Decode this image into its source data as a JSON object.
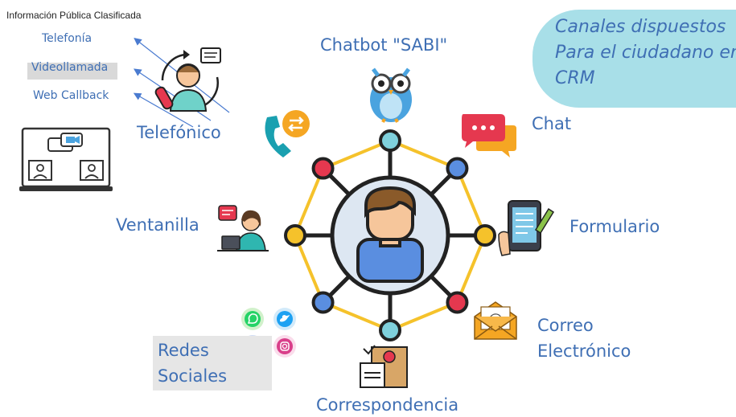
{
  "header": {
    "classification": "Información Pública Clasificada"
  },
  "banner": {
    "line1": "Canales dispuestos",
    "line2": "Para el ciudadano en",
    "line3": "CRM"
  },
  "sub_channels": {
    "telefonia": "Telefonía",
    "videollamada": "Videollamada",
    "web_callback": "Web Callback"
  },
  "channels": {
    "chatbot": "Chatbot \"SABI\"",
    "chat": "Chat",
    "formulario": "Formulario",
    "correo_line1": "Correo",
    "correo_line2": "Electrónico",
    "correspondencia": "Correspondencia",
    "redes_line1": "Redes",
    "redes_line2": "Sociales",
    "ventanilla": "Ventanilla",
    "telefonico": "Telefónico"
  },
  "colors": {
    "accent_blue": "#3f6fb4",
    "ring_yellow": "#f5c22b",
    "node_red": "#e5384f",
    "node_blue": "#5a8ee0",
    "node_teal": "#7fd0dc",
    "banner_bg": "#a8dfe8",
    "center_fill": "#dde7f2"
  }
}
